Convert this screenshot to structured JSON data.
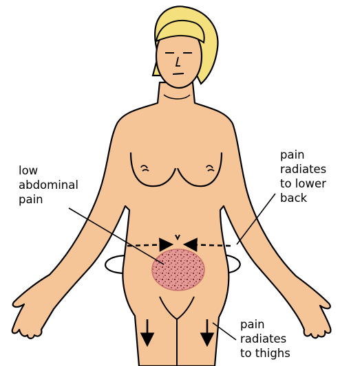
{
  "labels": {
    "low_abdominal": [
      "low",
      "abdominal",
      "pain"
    ],
    "lower_back": [
      "pain",
      "radiates",
      "to lower",
      "back"
    ],
    "thighs": [
      "pain",
      "radiates",
      "to thighs"
    ]
  },
  "colors": {
    "skin": "#f5c597",
    "hair": "#f4e07c",
    "outline": "#000000",
    "pain_area": "#e39a96",
    "pain_speckle": "#7a1f1f"
  },
  "icons": [
    "pain-area",
    "radiation-arrow",
    "down-arrow"
  ]
}
